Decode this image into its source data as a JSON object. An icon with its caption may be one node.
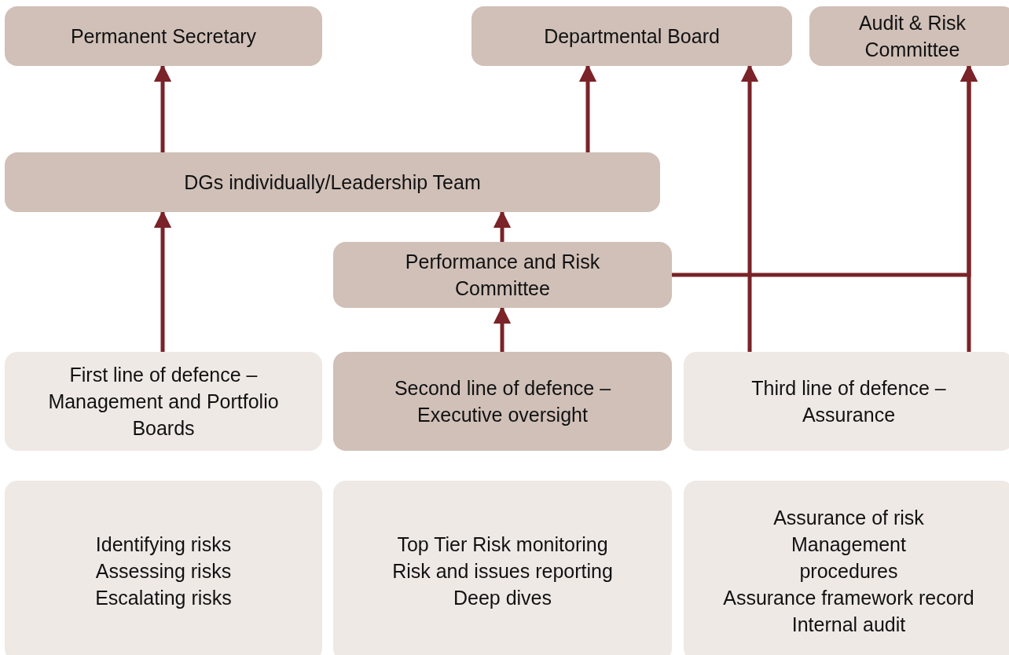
{
  "diagram": {
    "nodes": [
      {
        "text": [
          "Permanent Secretary"
        ]
      },
      {
        "text": [
          "Departmental Board"
        ]
      },
      {
        "text": [
          "Audit & Risk Committee"
        ]
      },
      {
        "text": [
          "DGs individually/Leadership Team"
        ]
      },
      {
        "text": [
          "Performance and Risk Committee"
        ]
      },
      {
        "text": [
          "First line of defence – Management and Portfolio Boards"
        ]
      },
      {
        "text": [
          "Second line of defence – Executive oversight"
        ]
      },
      {
        "text": [
          "Third line of defence – Assurance"
        ]
      },
      {
        "text": [
          "Identifying risks",
          "Assessing risks",
          "Escalating risks"
        ]
      },
      {
        "text": [
          "Top Tier Risk monitoring",
          "Risk and issues reporting",
          "Deep dives"
        ]
      },
      {
        "text": [
          "Assurance of risk Management procedures",
          "Assurance framework record",
          "Internal audit"
        ]
      }
    ],
    "edges": [
      {
        "from": 3,
        "to": 0,
        "arrow": "to"
      },
      {
        "from": 3,
        "to": 1,
        "arrow": "to"
      },
      {
        "from": 5,
        "to": 3,
        "arrow": "to"
      },
      {
        "from": 4,
        "to": 3,
        "arrow": "to"
      },
      {
        "from": 6,
        "to": 4,
        "arrow": "to"
      },
      {
        "from": 7,
        "to": 1,
        "arrow": "to"
      },
      {
        "from": 7,
        "to": 2,
        "arrow": "to"
      },
      {
        "from": 4,
        "to": 2,
        "arrow": "to"
      }
    ]
  }
}
